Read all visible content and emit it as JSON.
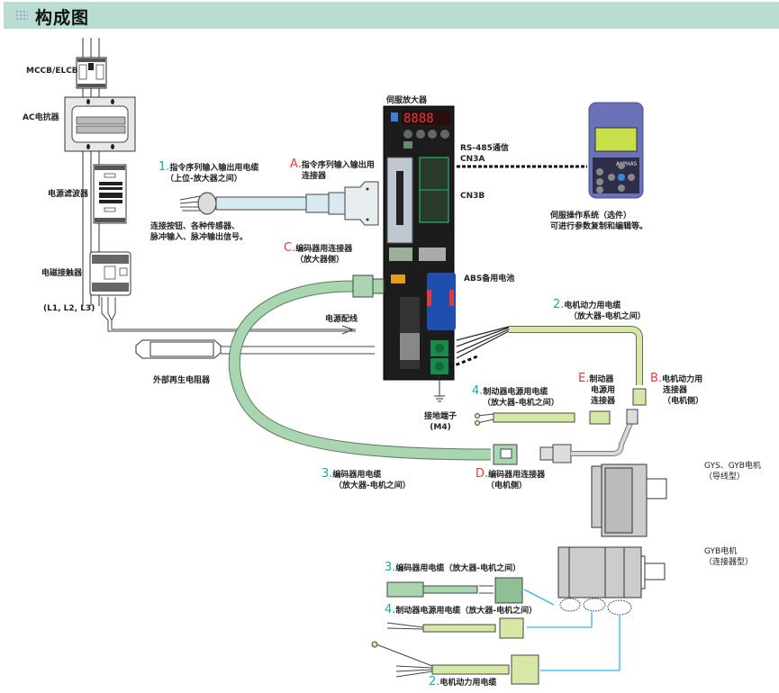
{
  "header": {
    "title": "构成图",
    "icon": "grid-dots-icon",
    "bg_color": "#b9ddd3"
  },
  "colors": {
    "teal": "#1aa9a0",
    "red": "#e23b3b",
    "cable_green": "#a9d6b0",
    "cable_lime": "#d6e8a6",
    "link_blue": "#37b5e6",
    "amp_body": "#1c1c1c"
  },
  "left_chain": {
    "mccb": "MCCB/ELCB",
    "ac_reactor": "AC电抗器",
    "power_filter": "电源滤波器",
    "contactor": "电磁接触器",
    "phases": "(L1, L2, L3)",
    "power_wiring": "电源配线",
    "regen_resistor": "外部再生电阻器"
  },
  "amplifier": {
    "title": "伺服放大器",
    "display": "8888",
    "rs485": "RS-485通信",
    "cn3a": "CN3A",
    "cn3b": "CN3B",
    "abs_battery": "ABS备用电池",
    "ground_line1": "接地端子",
    "ground_line2": "(M4)"
  },
  "keypad": {
    "brand": "ALPHA5",
    "caption1": "伺服操作系统（选件）",
    "caption2": "可进行参数复制和编辑等。"
  },
  "cables": [
    {
      "num": "1.",
      "line1": "指令序列输入输出用电缆",
      "line2": "（上位-放大器之间）"
    },
    {
      "num": "2.",
      "line1": "电机动力用电缆",
      "line2": "（放大器-电机之间）"
    },
    {
      "num": "3.",
      "line1": "编码器用电缆",
      "line2": "（放大器-电机之间）"
    },
    {
      "num": "4.",
      "line1": "制动器电源用电缆",
      "line2": "（放大器-电机之间）"
    }
  ],
  "cable1_note": {
    "line1": "连接按钮、各种传感器、",
    "line2": "脉冲输入、脉冲输出信号。"
  },
  "connectors": [
    {
      "letter": "A.",
      "line1": "指令序列输入输出用",
      "line2": "连接器"
    },
    {
      "letter": "B.",
      "line1": "电机动力用",
      "line2": "连接器",
      "line3": "（电机侧）"
    },
    {
      "letter": "C.",
      "line1": "编码器用连接器",
      "line2": "（放大器侧）"
    },
    {
      "letter": "D.",
      "line1": "编码器用连接器",
      "line2": "（电机侧）"
    },
    {
      "letter": "E.",
      "line1": "制动器",
      "line2": "电源用",
      "line3": "连接器"
    }
  ],
  "motors": [
    {
      "line1": "GYS、GYB电机",
      "line2": "（导线型）"
    },
    {
      "line1": "GYB电机",
      "line2": "（连接器型）"
    }
  ],
  "bottom_cables": [
    {
      "num": "3.",
      "text": "编码器用电缆（放大器-电机之间）"
    },
    {
      "num": "4.",
      "text": "制动器电源用电缆（放大器-电机之间）"
    },
    {
      "num": "2.",
      "text": "电机动力用电缆"
    }
  ]
}
